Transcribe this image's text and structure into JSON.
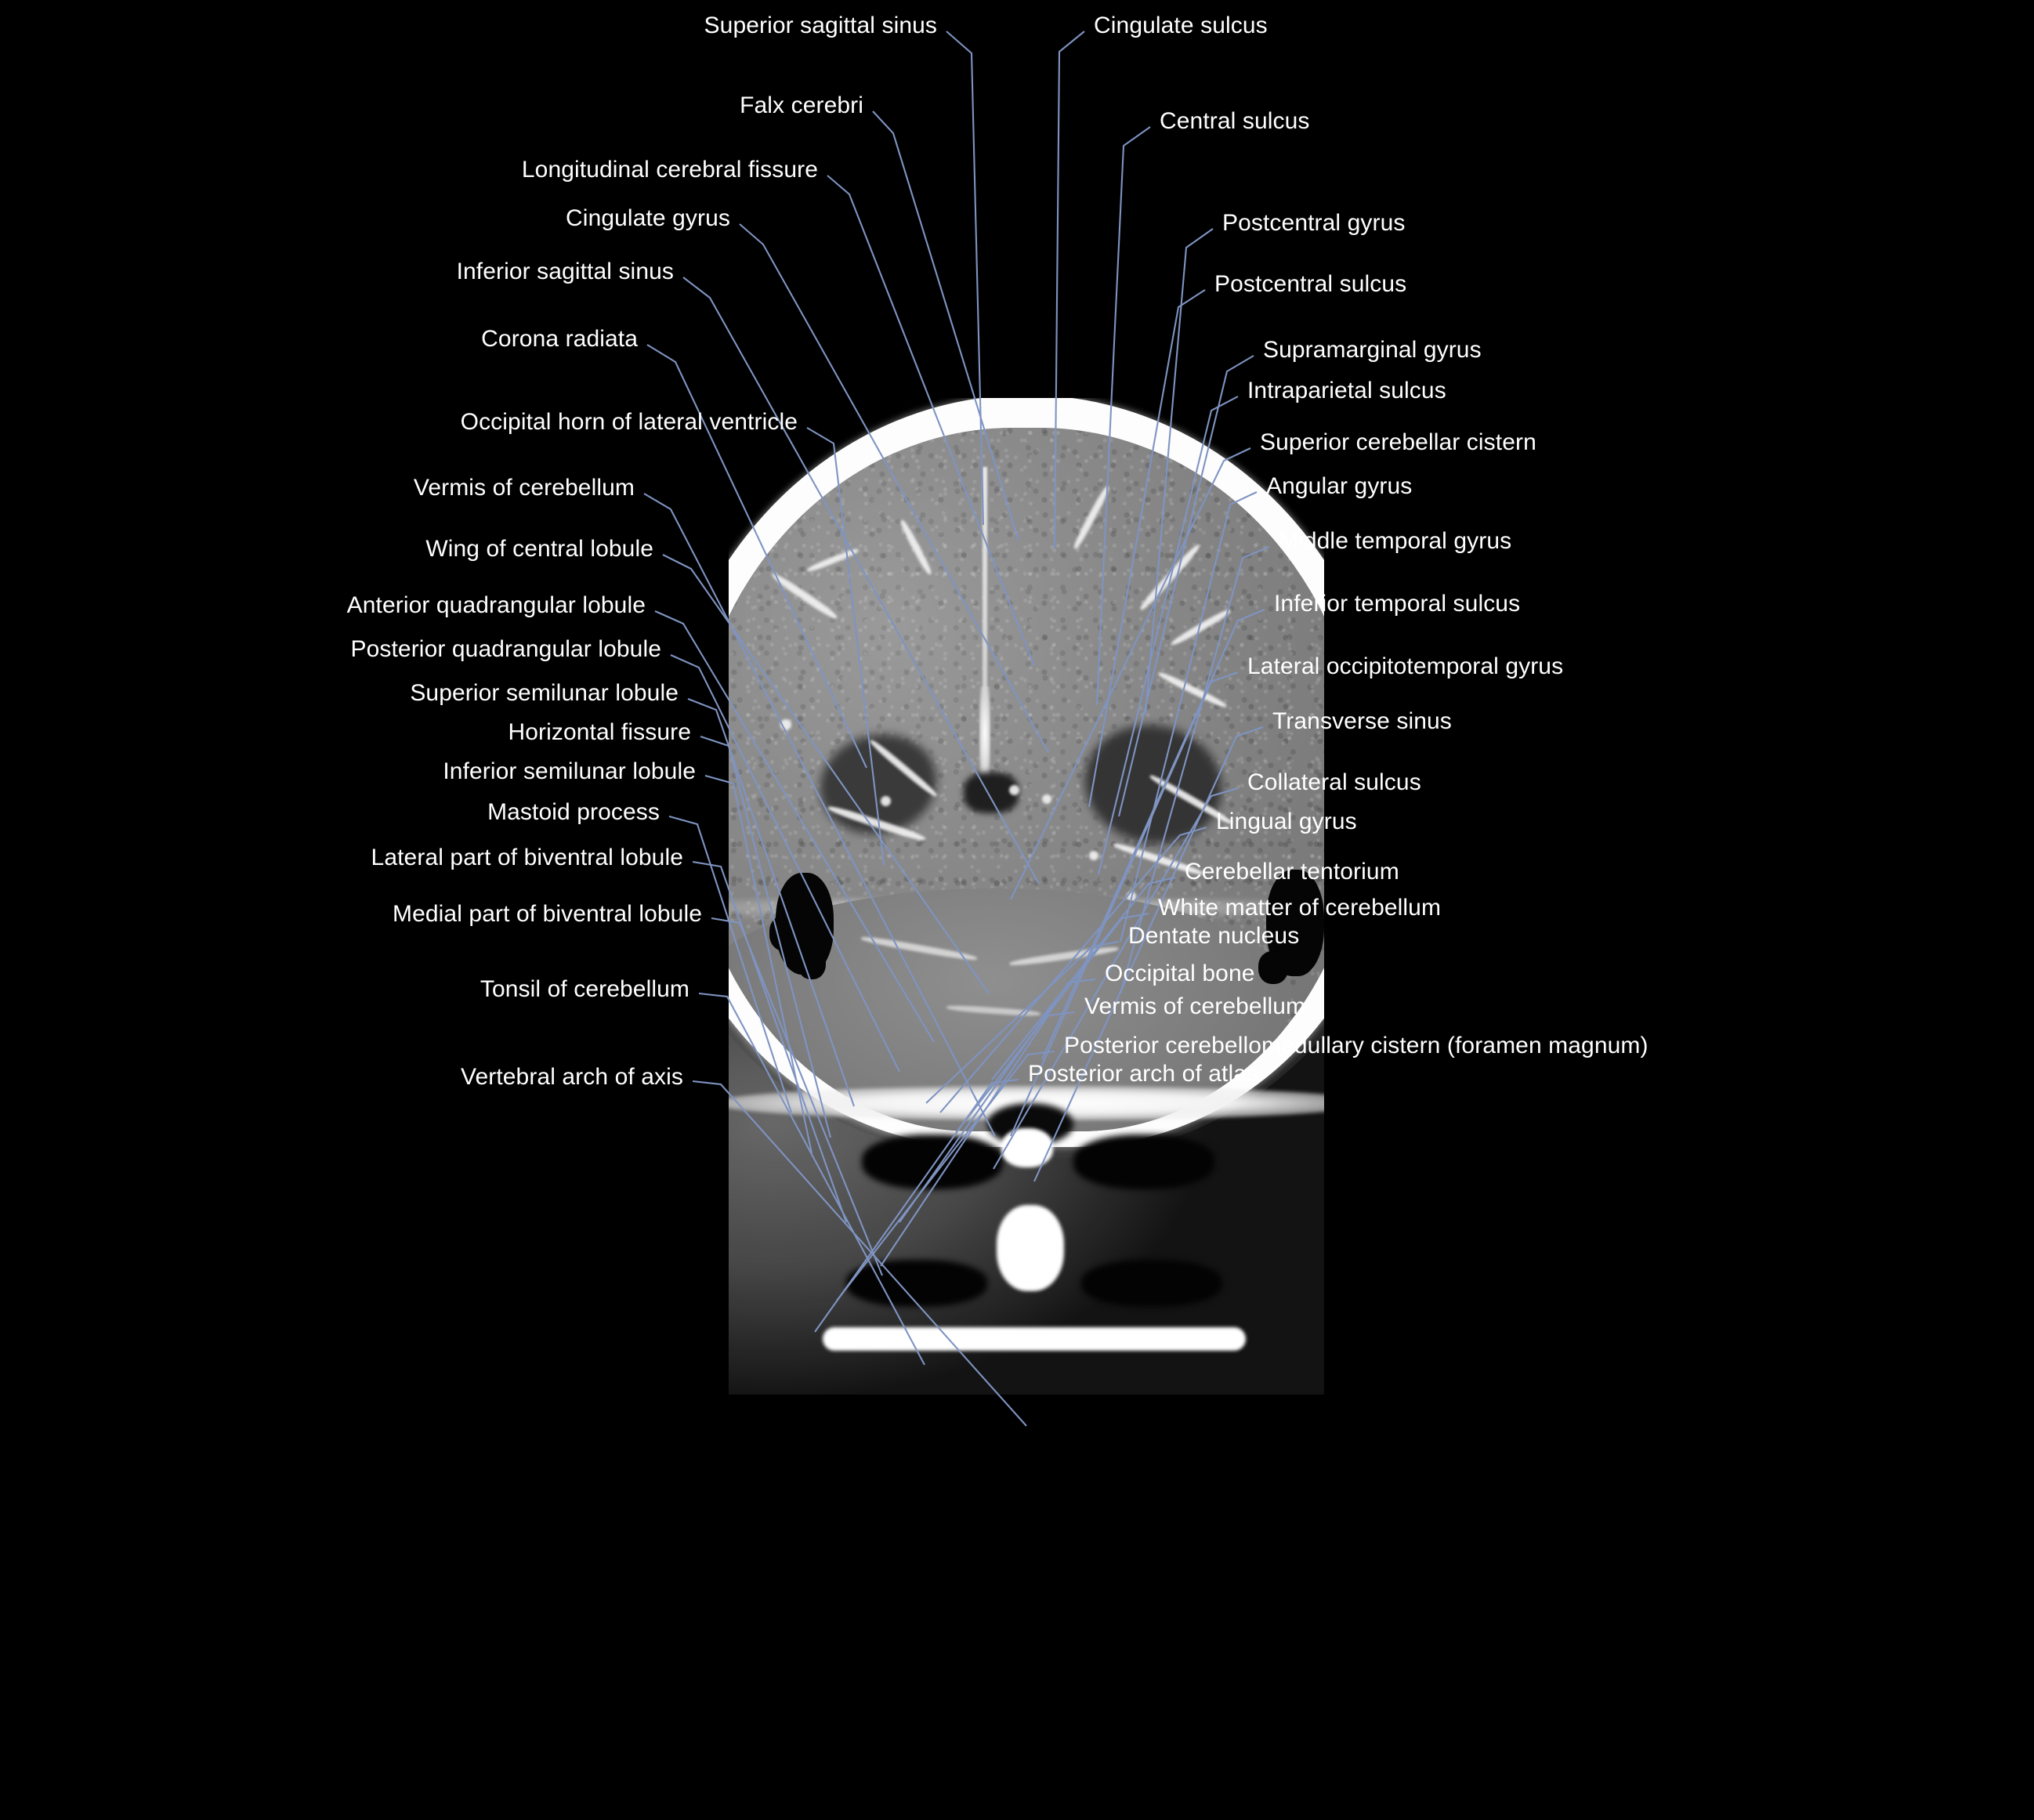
{
  "figure": {
    "modality": "CT",
    "plane": "coronal",
    "region": "head",
    "background_color": "#000000",
    "label_color": "#ffffff",
    "leader_line_color": "#7f94c2"
  },
  "labels_left": [
    {
      "id": "superior-sagittal-sinus",
      "text": "Superior sagittal sinus"
    },
    {
      "id": "falx-cerebri",
      "text": "Falx cerebri"
    },
    {
      "id": "longitudinal-cerebral-fissure",
      "text": "Longitudinal cerebral fissure"
    },
    {
      "id": "cingulate-gyrus",
      "text": "Cingulate gyrus"
    },
    {
      "id": "inferior-sagittal-sinus",
      "text": "Inferior sagittal sinus"
    },
    {
      "id": "corona-radiata",
      "text": "Corona radiata"
    },
    {
      "id": "occipital-horn-of-lateral-ventricle",
      "text": "Occipital horn of lateral ventricle"
    },
    {
      "id": "vermis-of-cerebellum-left",
      "text": "Vermis of cerebellum"
    },
    {
      "id": "wing-of-central-lobule",
      "text": "Wing of central lobule"
    },
    {
      "id": "anterior-quadrangular-lobule",
      "text": "Anterior quadrangular lobule"
    },
    {
      "id": "posterior-quadrangular-lobule",
      "text": "Posterior quadrangular lobule"
    },
    {
      "id": "superior-semilunar-lobule",
      "text": "Superior semilunar lobule"
    },
    {
      "id": "horizontal-fissure",
      "text": "Horizontal fissure"
    },
    {
      "id": "inferior-semilunar-lobule",
      "text": "Inferior semilunar lobule"
    },
    {
      "id": "mastoid-process",
      "text": "Mastoid process"
    },
    {
      "id": "lateral-part-of-biventral-lobule",
      "text": "Lateral part of biventral lobule"
    },
    {
      "id": "medial-part-of-biventral-lobule",
      "text": "Medial part of biventral lobule"
    },
    {
      "id": "tonsil-of-cerebellum",
      "text": "Tonsil of cerebellum"
    },
    {
      "id": "vertebral-arch-of-axis",
      "text": "Vertebral arch of axis"
    }
  ],
  "labels_right": [
    {
      "id": "cingulate-sulcus",
      "text": "Cingulate sulcus"
    },
    {
      "id": "central-sulcus",
      "text": "Central sulcus"
    },
    {
      "id": "postcentral-gyrus",
      "text": "Postcentral gyrus"
    },
    {
      "id": "postcentral-sulcus",
      "text": "Postcentral sulcus"
    },
    {
      "id": "supramarginal-gyrus",
      "text": "Supramarginal gyrus"
    },
    {
      "id": "intraparietal-sulcus",
      "text": "Intraparietal sulcus"
    },
    {
      "id": "superior-cerebellar-cistern",
      "text": "Superior cerebellar cistern"
    },
    {
      "id": "angular-gyrus",
      "text": "Angular gyrus"
    },
    {
      "id": "middle-temporal-gyrus",
      "text": "Middle temporal gyrus"
    },
    {
      "id": "inferior-temporal-sulcus",
      "text": "Inferior temporal sulcus"
    },
    {
      "id": "lateral-occipitotemporal-gyrus",
      "text": "Lateral occipitotemporal gyrus"
    },
    {
      "id": "transverse-sinus",
      "text": "Transverse sinus"
    },
    {
      "id": "collateral-sulcus",
      "text": "Collateral sulcus"
    },
    {
      "id": "lingual-gyrus",
      "text": "Lingual gyrus"
    },
    {
      "id": "cerebellar-tentorium",
      "text": "Cerebellar tentorium"
    },
    {
      "id": "white-matter-of-cerebellum",
      "text": "White matter of cerebellum"
    },
    {
      "id": "dentate-nucleus",
      "text": "Dentate nucleus"
    },
    {
      "id": "occipital-bone",
      "text": "Occipital bone"
    },
    {
      "id": "vermis-of-cerebellum-right",
      "text": "Vermis of cerebellum"
    },
    {
      "id": "posterior-cerebellomedullary-cistern",
      "text": "Posterior cerebellomedullary cistern (foramen magnum)"
    },
    {
      "id": "posterior-arch-of-atlas",
      "text": "Posterior arch of atlas"
    }
  ]
}
